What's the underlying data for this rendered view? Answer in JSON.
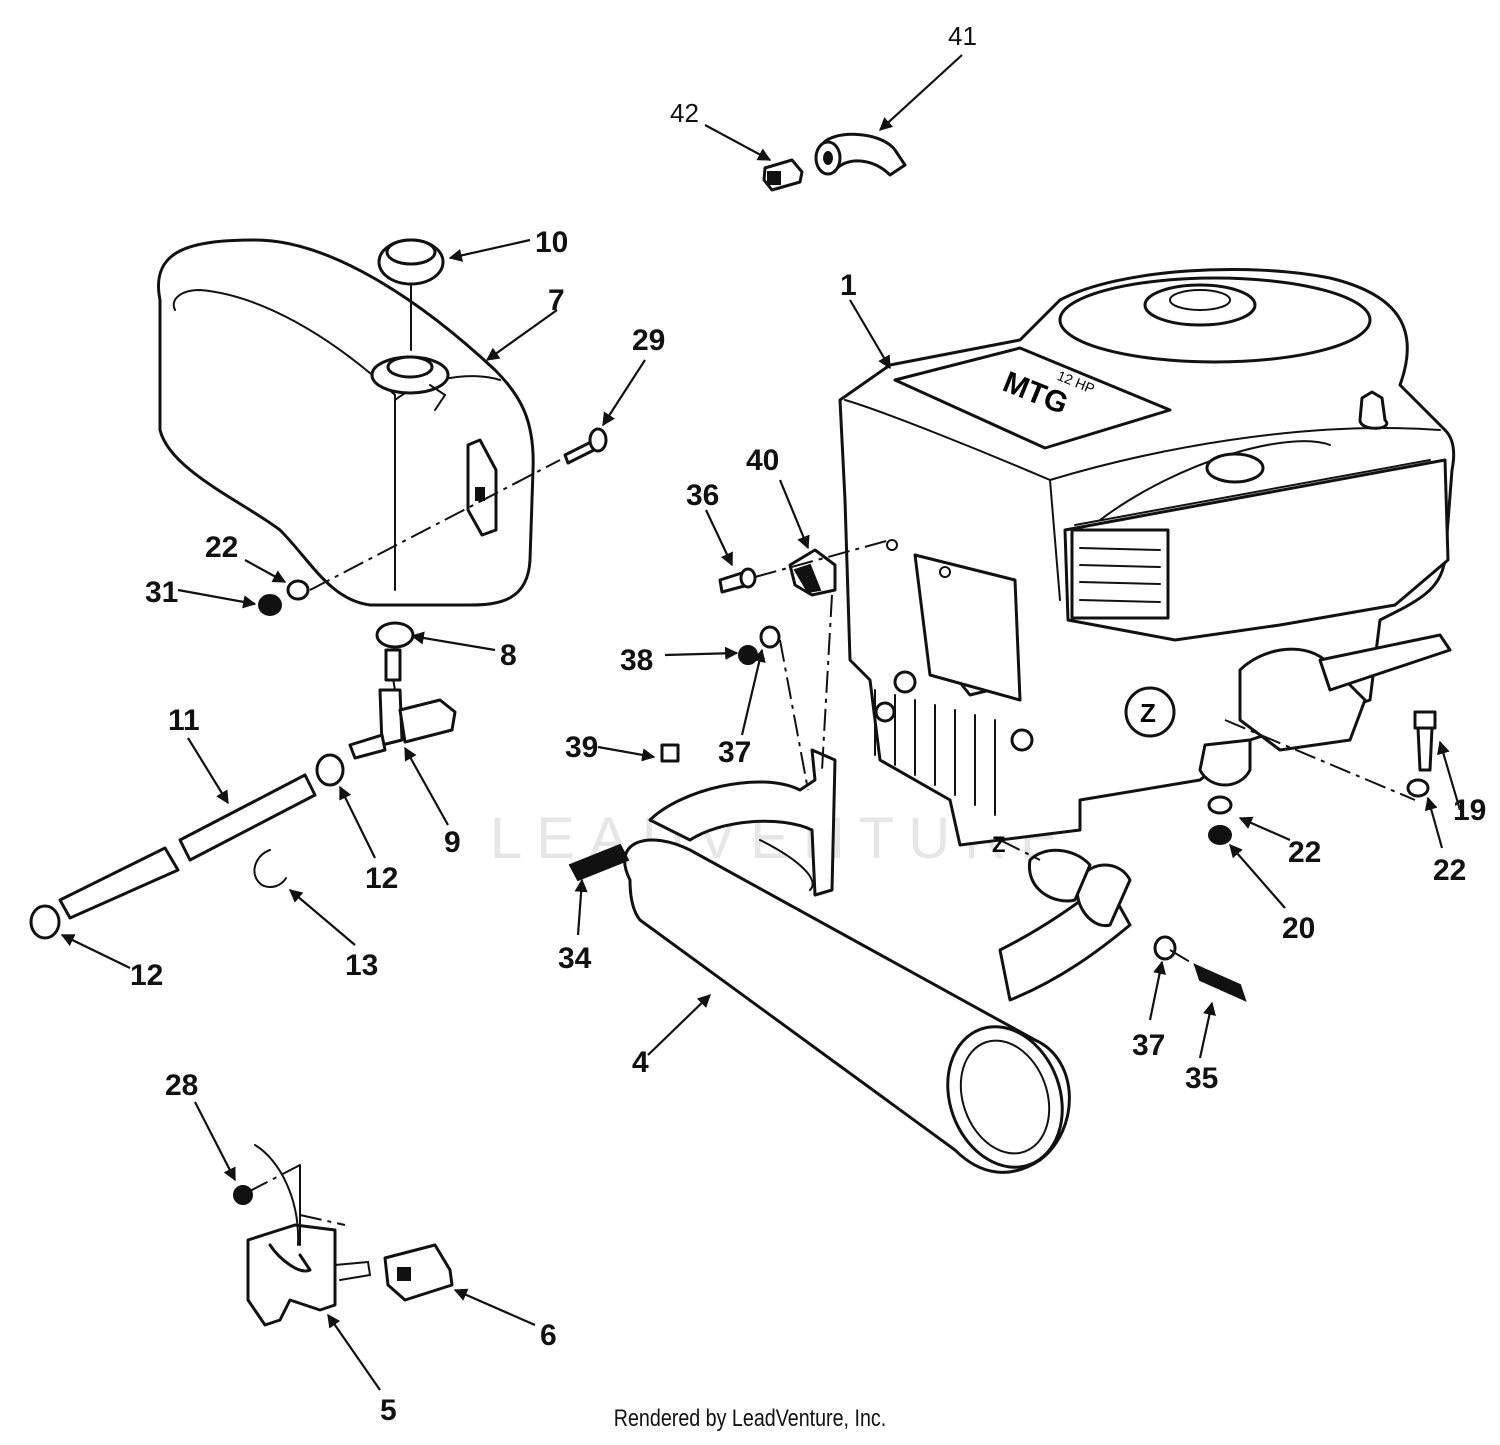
{
  "watermark": "LEADVENTURE",
  "footer": "Rendered by LeadVenture, Inc.",
  "engine_decal": {
    "brand": "MTG",
    "hp": "12 HP"
  },
  "callouts": [
    {
      "id": "41",
      "label": "41",
      "thin": true
    },
    {
      "id": "42",
      "label": "42",
      "thin": true
    },
    {
      "id": "10",
      "label": "10"
    },
    {
      "id": "7",
      "label": "7"
    },
    {
      "id": "1",
      "label": "1"
    },
    {
      "id": "29",
      "label": "29"
    },
    {
      "id": "40",
      "label": "40"
    },
    {
      "id": "36",
      "label": "36"
    },
    {
      "id": "22a",
      "label": "22"
    },
    {
      "id": "31",
      "label": "31"
    },
    {
      "id": "8",
      "label": "8"
    },
    {
      "id": "38",
      "label": "38"
    },
    {
      "id": "37a",
      "label": "37"
    },
    {
      "id": "11",
      "label": "11"
    },
    {
      "id": "39",
      "label": "39"
    },
    {
      "id": "9",
      "label": "9"
    },
    {
      "id": "12a",
      "label": "12"
    },
    {
      "id": "19",
      "label": "19"
    },
    {
      "id": "22b",
      "label": "22"
    },
    {
      "id": "22c",
      "label": "22"
    },
    {
      "id": "20",
      "label": "20"
    },
    {
      "id": "34",
      "label": "34"
    },
    {
      "id": "13",
      "label": "13"
    },
    {
      "id": "12b",
      "label": "12"
    },
    {
      "id": "4",
      "label": "4"
    },
    {
      "id": "37b",
      "label": "37"
    },
    {
      "id": "35",
      "label": "35"
    },
    {
      "id": "28",
      "label": "28"
    },
    {
      "id": "6",
      "label": "6"
    },
    {
      "id": "5",
      "label": "5"
    }
  ],
  "markers": {
    "z_engine": "Z",
    "z_muffler": "Z"
  }
}
